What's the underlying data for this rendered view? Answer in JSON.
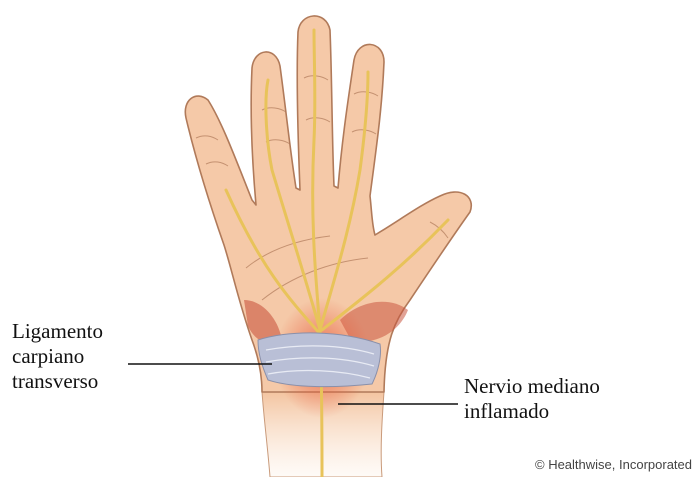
{
  "labels": {
    "ligament": [
      "Ligamento",
      "carpiano",
      "transverso"
    ],
    "nerve": [
      "Nervio mediano",
      "inflamado"
    ]
  },
  "credit": "© Healthwise, Incorporated",
  "colors": {
    "skin": "#f5c9a8",
    "skin_outline": "#b07a5a",
    "nerve": "#e8c35a",
    "ligament": "#b9bfd6",
    "inflamed": "#e05a3c",
    "muscle": "#c9563f"
  }
}
